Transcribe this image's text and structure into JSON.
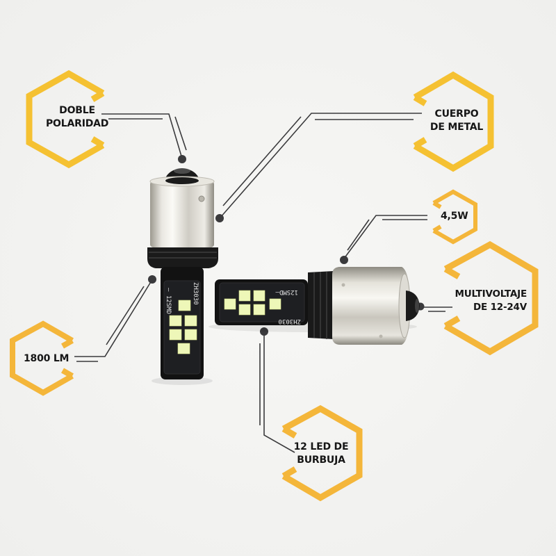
{
  "colors": {
    "background": "#f3f3f1",
    "hexagon": "#f5c132",
    "hexagon_orange": "#f4b63a",
    "leader_line": "#3a3a3c",
    "chip_board": "#141414",
    "led": "#eef7b8",
    "metal": "#d9d6cf"
  },
  "features": [
    {
      "id": "doble-polaridad",
      "lines": [
        "DOBLE",
        "POLARIDAD"
      ]
    },
    {
      "id": "cuerpo-de-metal",
      "lines": [
        "CUERPO",
        "DE METAL"
      ]
    },
    {
      "id": "potencia",
      "lines": [
        "4,5W"
      ]
    },
    {
      "id": "multivoltaje",
      "lines": [
        "MULTIVOLTAJE",
        "DE 12-24V"
      ]
    },
    {
      "id": "lumenes",
      "lines": [
        "1800 LM"
      ]
    },
    {
      "id": "led-burbuja",
      "lines": [
        "12 LED DE",
        "BURBUJA"
      ]
    }
  ],
  "bulbs": [
    {
      "id": "bulb-vertical",
      "chip_model": "ZH3030",
      "chip_spec": "12SMD",
      "visible_leds": 6
    },
    {
      "id": "bulb-horizontal",
      "chip_model": "ZH3030",
      "chip_spec": "12SMD",
      "visible_leds": 6
    }
  ]
}
